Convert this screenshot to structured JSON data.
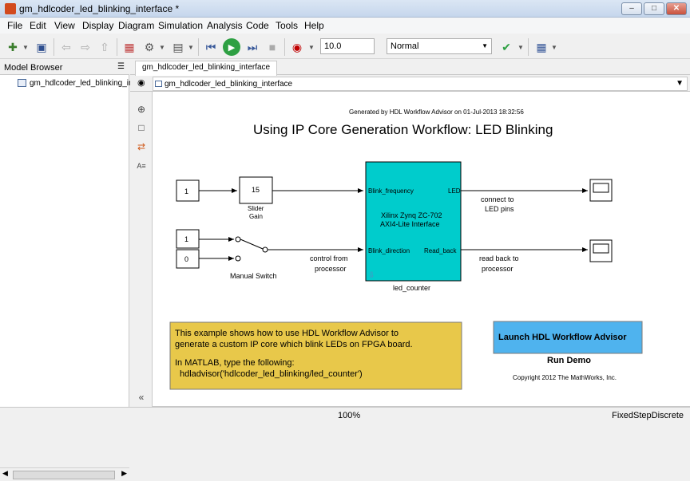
{
  "window": {
    "title": "gm_hdlcoder_led_blinking_interface *"
  },
  "menu": [
    "File",
    "Edit",
    "View",
    "Display",
    "Diagram",
    "Simulation",
    "Analysis",
    "Code",
    "Tools",
    "Help"
  ],
  "toolbar": {
    "stop_time": "10.0",
    "sim_mode": "Normal"
  },
  "model_browser": {
    "title": "Model Browser",
    "item": "gm_hdlcoder_led_blinking_inte"
  },
  "tab": {
    "label": "gm_hdlcoder_led_blinking_interface"
  },
  "address": {
    "path": "gm_hdlcoder_led_blinking_interface"
  },
  "diagram": {
    "generated_note": "Generated by HDL Workflow Advisor on 01-Jul-2013 18:32:56",
    "title": "Using IP Core Generation Workflow: LED Blinking",
    "const_1": "1",
    "gain_value": "15",
    "gain_label_1": "Slider",
    "gain_label_2": "Gain",
    "const_2": "1",
    "const_3": "0",
    "switch_label": "Manual Switch",
    "subsystem_name": "led_counter",
    "port_in_1": "Blink_frequency",
    "port_in_2": "Blink_direction",
    "port_out_1": "LED",
    "port_out_2": "Read_back",
    "subsystem_text_1": "Xilinx Zynq ZC-702",
    "subsystem_text_2": "AXI4-Lite Interface",
    "signal_led_1": "connect to",
    "signal_led_2": "LED pins",
    "signal_ctrl_1": "control from",
    "signal_ctrl_2": "processor",
    "signal_read_1": "read back to",
    "signal_read_2": "processor",
    "note_line_1": "This example shows how to use HDL Workflow Advisor to",
    "note_line_2": "generate a custom IP core which blink LEDs on FPGA board.",
    "note_line_3": "In MATLAB, type the following:",
    "note_line_4": "hdladvisor('hdlcoder_led_blinking/led_counter')",
    "launch_button": "Launch HDL Workflow Advisor",
    "run_demo": "Run Demo",
    "copyright": "Copyright 2012 The MathWorks, Inc."
  },
  "status": {
    "zoom": "100%",
    "solver": "FixedStepDiscrete"
  },
  "colors": {
    "subsystem": "#00cccc",
    "note_bg": "#e8c84a",
    "launch_bg": "#4fb3ee"
  }
}
